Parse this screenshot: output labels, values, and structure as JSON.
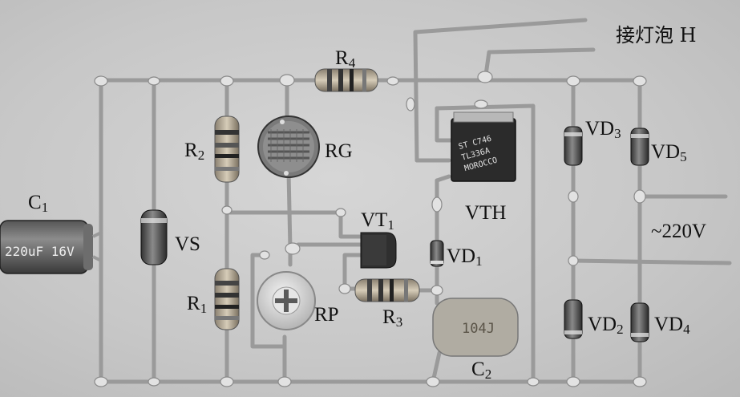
{
  "labels": {
    "lamp": "接灯泡 H",
    "r4": {
      "main": "R",
      "sub": "4"
    },
    "r2": {
      "main": "R",
      "sub": "2"
    },
    "r1": {
      "main": "R",
      "sub": "1"
    },
    "r3": {
      "main": "R",
      "sub": "3"
    },
    "rg": "RG",
    "vs": "VS",
    "rp": "RP",
    "c1": {
      "main": "C",
      "sub": "1"
    },
    "c2": {
      "main": "C",
      "sub": "2"
    },
    "vt1": {
      "main": "VT",
      "sub": "1"
    },
    "vth": "VTH",
    "vd1": {
      "main": "VD",
      "sub": "1"
    },
    "vd2": {
      "main": "VD",
      "sub": "2"
    },
    "vd3": {
      "main": "VD",
      "sub": "3"
    },
    "vd4": {
      "main": "VD",
      "sub": "4"
    },
    "vd5": {
      "main": "VD",
      "sub": "5"
    },
    "ac": "~220V"
  },
  "component_markings": {
    "c1": "220uF 16V",
    "c2": "104J",
    "vth": "ST C746 TL336A MOROCCO"
  }
}
